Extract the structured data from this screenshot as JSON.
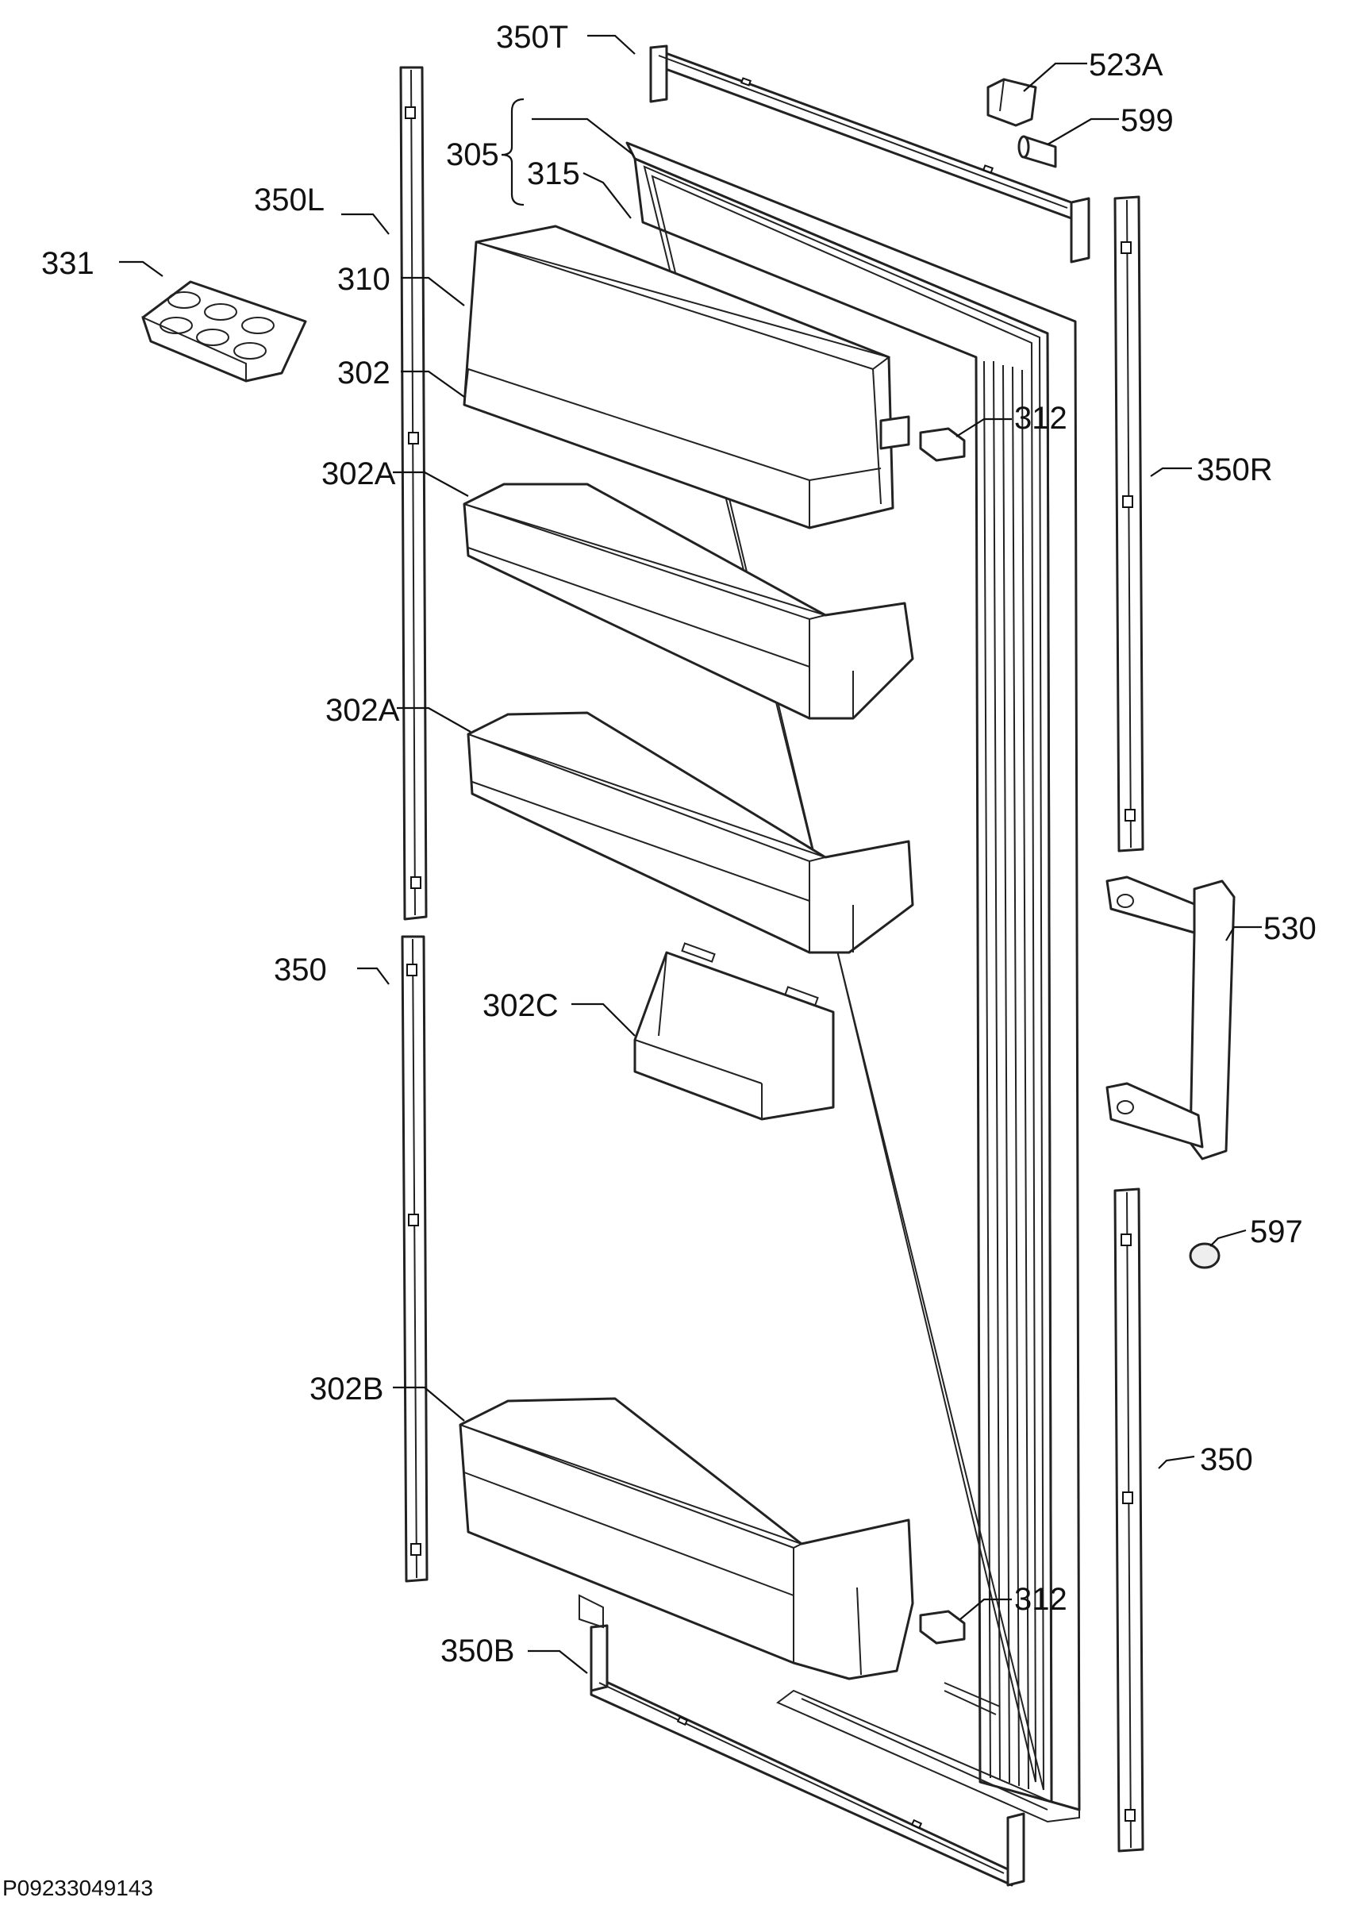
{
  "diagram": {
    "labels": {
      "l_350T": "350T",
      "l_523A": "523A",
      "l_599": "599",
      "l_305": "305",
      "l_315": "315",
      "l_350L": "350L",
      "l_331": "331",
      "l_310": "310",
      "l_302": "302",
      "l_312_top": "312",
      "l_350R": "350R",
      "l_302A_1": "302A",
      "l_302A_2": "302A",
      "l_530": "530",
      "l_350_left": "350",
      "l_302C": "302C",
      "l_597": "597",
      "l_302B": "302B",
      "l_350_right": "350",
      "l_312_bottom": "312",
      "l_350B": "350B"
    },
    "footer_code": "P09233049143"
  }
}
